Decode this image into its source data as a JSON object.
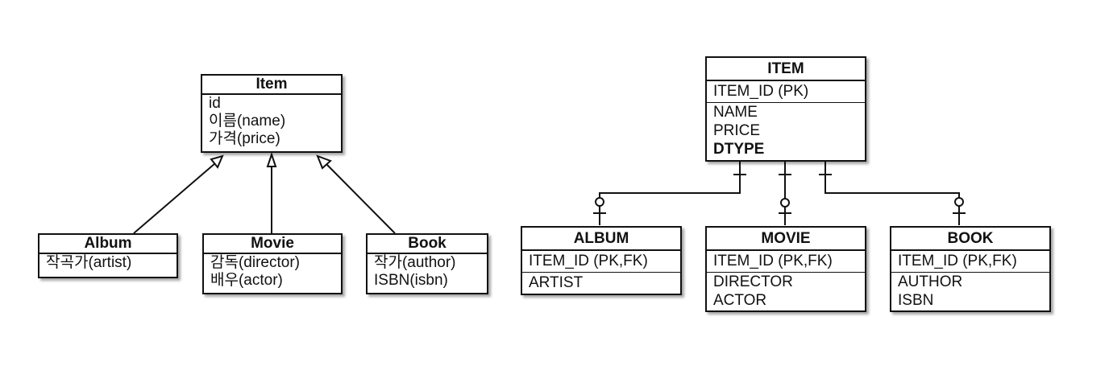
{
  "class_diagram": {
    "item": {
      "title": "Item",
      "fields": [
        "id",
        "이름(name)",
        "가격(price)"
      ]
    },
    "album": {
      "title": "Album",
      "fields": [
        "작곡가(artist)"
      ]
    },
    "movie": {
      "title": "Movie",
      "fields": [
        "감독(director)",
        "배우(actor)"
      ]
    },
    "book": {
      "title": "Book",
      "fields": [
        "작가(author)",
        "ISBN(isbn)"
      ]
    }
  },
  "er_diagram": {
    "item": {
      "title": "ITEM",
      "pk": "ITEM_ID (PK)",
      "cols": [
        "NAME",
        "PRICE"
      ],
      "discriminator": "DTYPE"
    },
    "album": {
      "title": "ALBUM",
      "pk": "ITEM_ID (PK,FK)",
      "cols": [
        "ARTIST"
      ]
    },
    "movie": {
      "title": "MOVIE",
      "pk": "ITEM_ID (PK,FK)",
      "cols": [
        "DIRECTOR",
        "ACTOR"
      ]
    },
    "book": {
      "title": "BOOK",
      "pk": "ITEM_ID (PK,FK)",
      "cols": [
        "AUTHOR",
        "ISBN"
      ]
    }
  }
}
